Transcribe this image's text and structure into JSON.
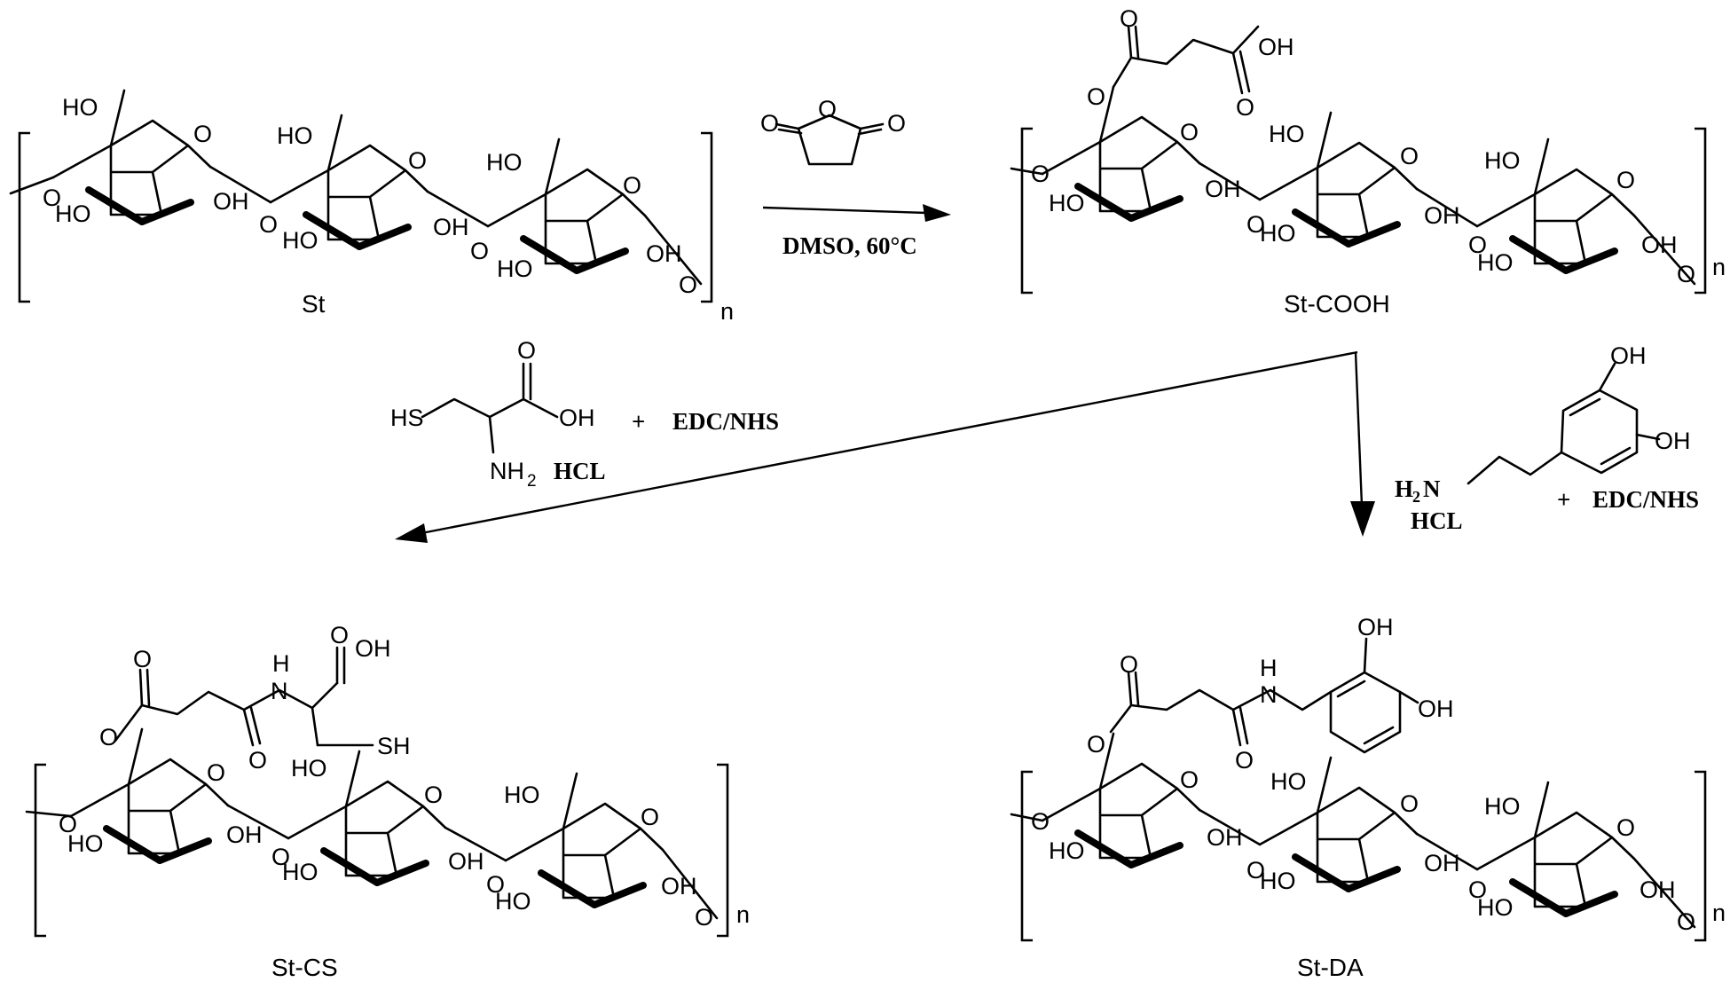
{
  "atoms": {
    "ho": "HO",
    "oh": "OH",
    "o": "O",
    "n_sub": "n",
    "nh": "H",
    "n": "N",
    "sh": "SH",
    "hs": "HS",
    "nh2": "NH",
    "sub2": "2",
    "h2n": "H",
    "h2n_n": "N"
  },
  "compounds": {
    "st": "St",
    "st_cooh": "St-COOH",
    "st_cs": "St-CS",
    "st_da": "St-DA"
  },
  "conditions": {
    "step1": "DMSO, 60°C",
    "plus": "+",
    "edc_nhs": "EDC/NHS",
    "hcl": "HCL"
  }
}
